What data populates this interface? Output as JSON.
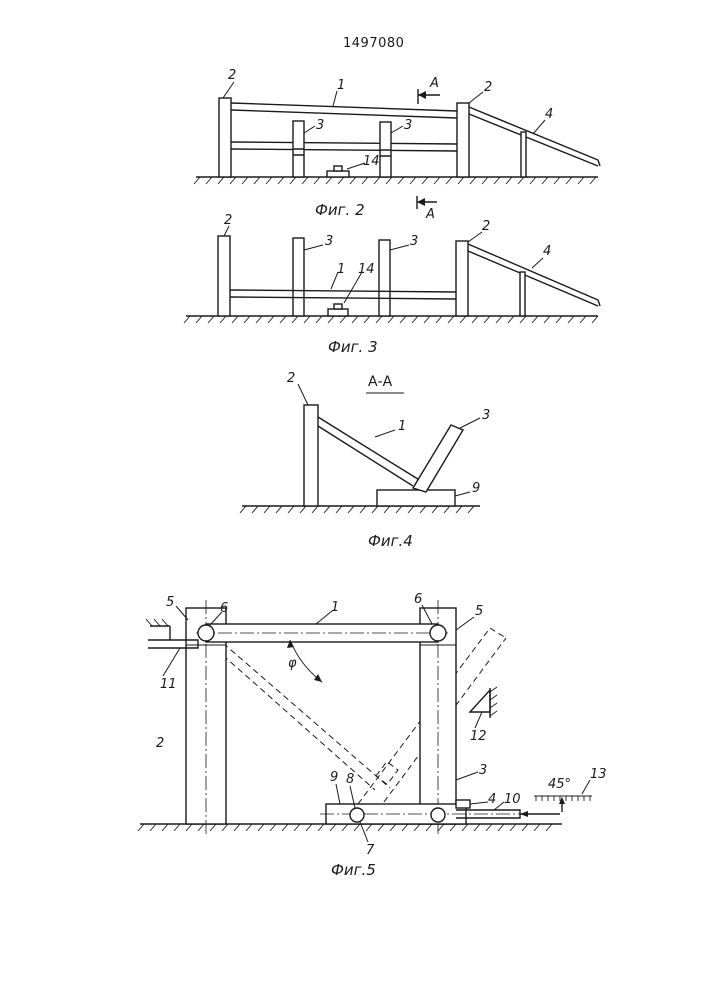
{
  "patent_number": "1497080",
  "fig2": {
    "caption": "Фиг. 2",
    "labels": {
      "post_left": "2",
      "post_right": "2",
      "rail": "1",
      "stand_a": "3",
      "stand_b": "3",
      "block": "14",
      "ramp": "4"
    },
    "section_mark": "А"
  },
  "fig3": {
    "caption": "Фиг. 3",
    "section_mark": "А",
    "labels": {
      "post_left": "2",
      "post_right": "2",
      "rail": "1",
      "stand_a": "3",
      "stand_b": "3",
      "block": "14",
      "ramp": "4"
    }
  },
  "fig4": {
    "caption": "Фиг.4",
    "section_title": "А-А",
    "labels": {
      "post": "2",
      "beam": "1",
      "arm": "3",
      "base": "9"
    }
  },
  "fig5": {
    "caption": "Фиг.5",
    "labels": {
      "rail": "1",
      "post": "2",
      "arm": "3",
      "ramp": "4",
      "head_left": "5",
      "head_right": "5",
      "pivot_left": "6",
      "pivot_right": "6",
      "pivot_bottom": "7",
      "pivot_mid": "8",
      "base": "9",
      "rod": "10",
      "stop_left": "11",
      "stop_right": "12",
      "scale": "13"
    },
    "angle_symbol": "φ",
    "angle_value": "45°"
  }
}
